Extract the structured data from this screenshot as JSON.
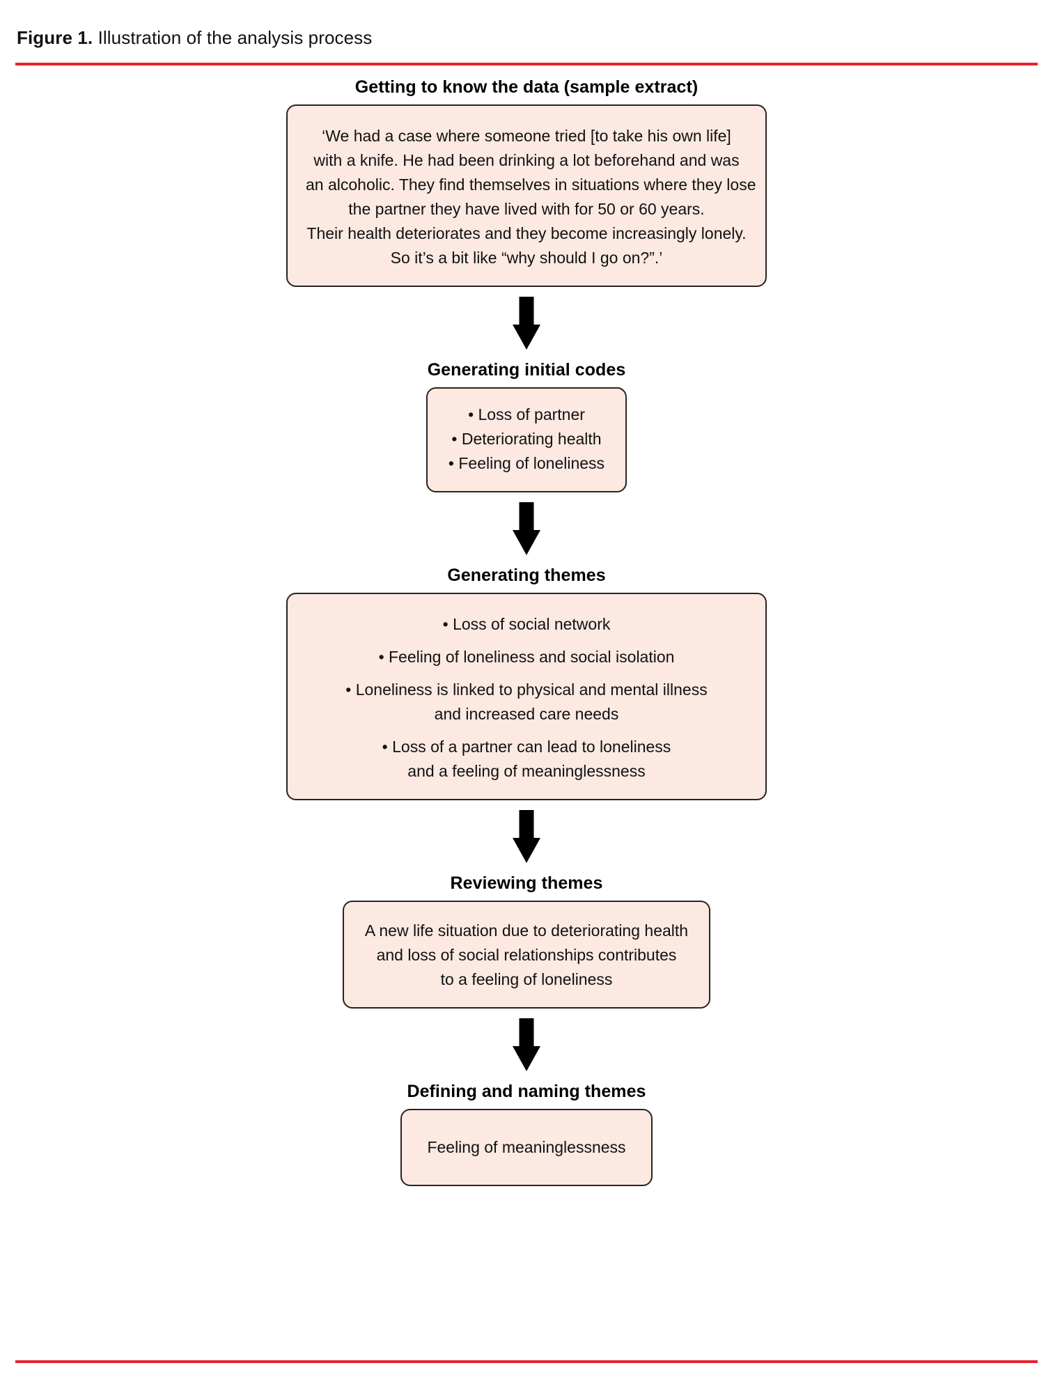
{
  "figure": {
    "label": "Figure 1.",
    "title": " Illustration of the analysis process",
    "rule_color": "#e8212e",
    "box_fill": "#fbe9e2",
    "box_border": "#2b2220",
    "arrow_color": "#000000"
  },
  "stages": [
    {
      "id": "getting-to-know-the-data",
      "title": "Getting to know the data (sample extract)",
      "lines": [
        "‘We had a case where someone tried [to take his own life]",
        "with a knife. He had been drinking a lot beforehand and was",
        "an alcoholic. They find themselves in situations where they lose",
        "the partner they have lived with for 50 or 60 years.",
        "Their health deteriorates and they become increasingly lonely.",
        "So it’s a bit like “why should I go on?”.’"
      ]
    },
    {
      "id": "generating-initial-codes",
      "title": "Generating initial codes",
      "bullets": [
        [
          "• Loss of partner"
        ],
        [
          "• Deteriorating health"
        ],
        [
          "• Feeling of loneliness"
        ]
      ]
    },
    {
      "id": "generating-themes",
      "title": "Generating themes",
      "bullets": [
        [
          "• Loss of social network"
        ],
        [
          "• Feeling of loneliness and social isolation"
        ],
        [
          "• Loneliness is linked to physical and mental illness",
          "and increased care needs"
        ],
        [
          "• Loss of a partner can lead to loneliness",
          "and a feeling of meaninglessness"
        ]
      ]
    },
    {
      "id": "reviewing-themes",
      "title": "Reviewing themes",
      "lines": [
        "A new life situation due to deteriorating health",
        "and loss of social relationships contributes",
        "to a feeling of loneliness"
      ]
    },
    {
      "id": "defining-and-naming-themes",
      "title": "Defining and naming themes",
      "lines": [
        "Feeling of meaninglessness"
      ]
    }
  ]
}
